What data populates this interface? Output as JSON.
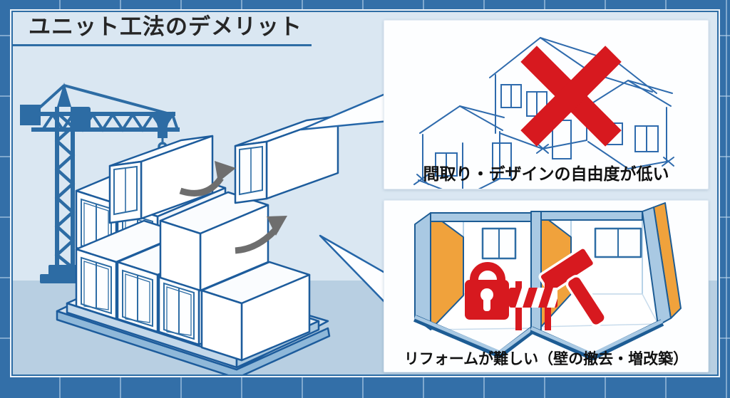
{
  "title": {
    "text": "ユニット工法のデメリット"
  },
  "panels": {
    "floorplan": {
      "caption": "間取り・デザインの自由度が低い"
    },
    "reform": {
      "caption": "リフォームが難しい（壁の撤去・増改築）"
    }
  },
  "icons": {
    "crane": "tower-crane",
    "unit": "unit-module-box",
    "arrows": "curved-arrow",
    "prohibition": "red-x-mark",
    "house": "house-blueprint-sketch",
    "lock": "padlock",
    "hammer": "hammer",
    "barrier": "construction-barrier"
  },
  "colors": {
    "frame_blue": "#336fa8",
    "content_background": "#dae7f2",
    "ground_blue": "#b8cfe2",
    "illustration_blue": "#2d6ca4",
    "outline_blue": "#1d5c9c",
    "alert_red": "#d7191f",
    "wall_orange": "#f0a23c",
    "steel_blue": "#a9c9e3",
    "panel_white": "#fdfeff",
    "title_text": "#262626",
    "arrow_gray": "#6e6e6e"
  }
}
